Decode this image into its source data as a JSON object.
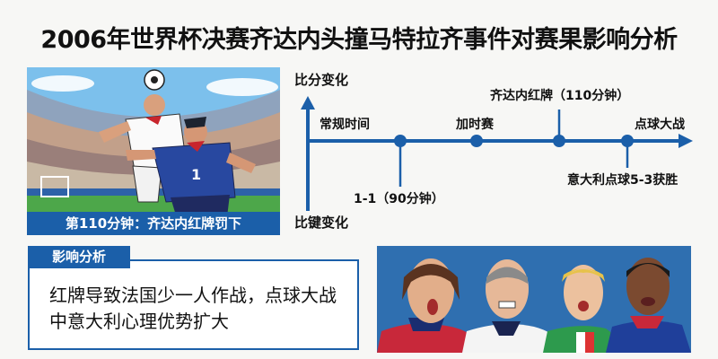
{
  "title": "2006年世界杯决赛齐达内头撞马特拉齐事件对赛果影响分析",
  "scene": {
    "caption": "第110分钟：齐达内红牌罚下",
    "illustration": "zidane-materazzi-header-scene",
    "player_number": "1"
  },
  "timeline": {
    "axis_top_label": "比分变化",
    "axis_bottom_label": "比键变化",
    "phases": [
      {
        "label": "常规时间"
      },
      {
        "label": "加时赛"
      },
      {
        "label": "点球大战"
      }
    ],
    "events": [
      {
        "label": "1-1（90分钟）",
        "position": "below"
      },
      {
        "label": "",
        "position": "none"
      },
      {
        "label": "齐达内红牌（110分钟）",
        "position": "above"
      },
      {
        "label": "意大利点球5-3获胜",
        "position": "below"
      }
    ],
    "colors": {
      "line": "#1b5fa9"
    }
  },
  "analysis": {
    "heading": "影响分析",
    "body": "红牌导致法国少一人作战，点球大战中意大利心理优势扩大"
  },
  "faces": {
    "illustration": "four-shocked-players"
  },
  "colors": {
    "accent": "#1b5fa9",
    "background": "#f7f7f5"
  }
}
